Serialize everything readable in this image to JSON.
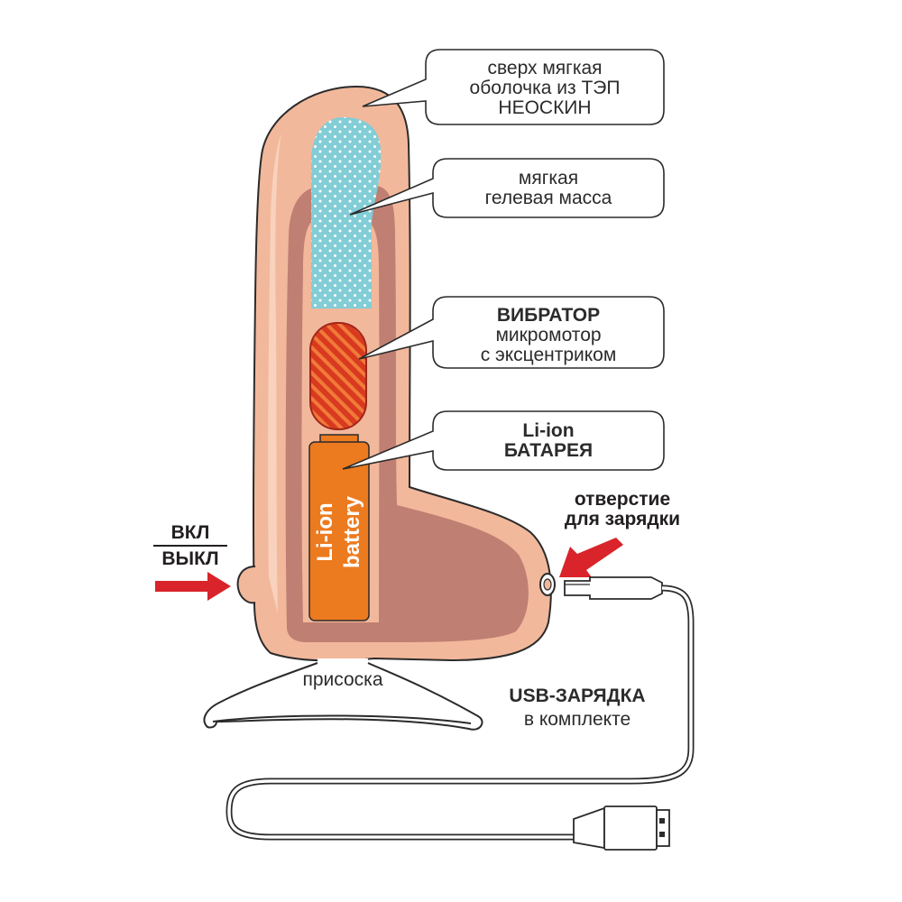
{
  "callouts": {
    "shell": [
      "сверх мягкая",
      "оболочка из ТЭП",
      "НЕОСКИН"
    ],
    "gel": [
      "мягкая",
      "гелевая масса"
    ],
    "vibrator": {
      "title": "ВИБРАТОР",
      "lines": [
        "микромотор",
        "с эксцентриком"
      ]
    },
    "battery": [
      "Li-ion",
      "БАТАРЕЯ"
    ]
  },
  "battery_label": [
    "Li-ion",
    "battery"
  ],
  "switch": {
    "on": "ВКЛ",
    "off": "ВЫКЛ"
  },
  "charge_port": [
    "отверстие",
    "для зарядки"
  ],
  "suction_cup": "присоска",
  "usb": {
    "title": "USB-ЗАРЯДКА",
    "subtitle": "в комплекте"
  },
  "colors": {
    "skin": "#f2b89b",
    "skin_light": "#f8d2bd",
    "skin_dark": "#c07f73",
    "gel": "#82cdd6",
    "motor": "#d93a1f",
    "battery": "#ec7a1f",
    "arrow": "#d8242a"
  }
}
